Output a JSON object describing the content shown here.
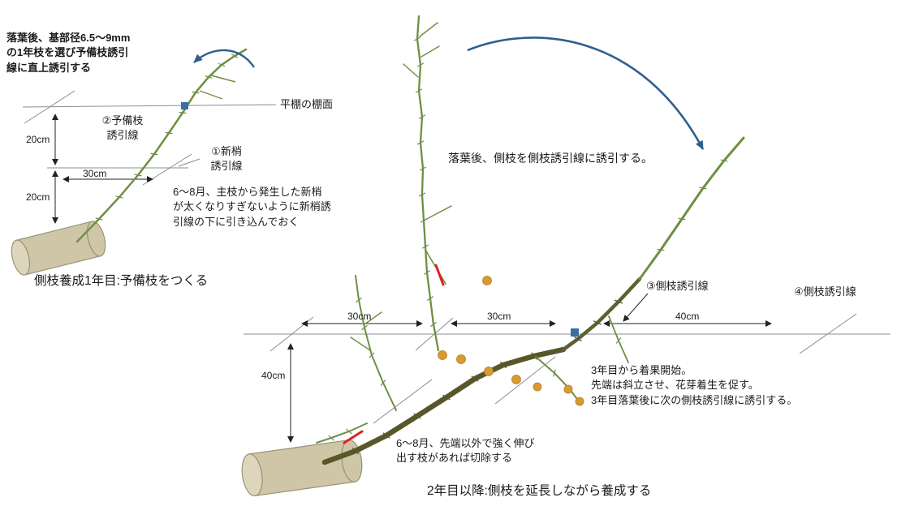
{
  "colors": {
    "branch_green": "#6f8f44",
    "branch_dark": "#57572a",
    "branch_mid": "#5d6030",
    "trunk_fill": "#cfc6a8",
    "trunk_edge": "#9a9176",
    "trunk_cap": "#ddd6bd",
    "arrow_blue": "#2e608f",
    "mark_red": "#e02121",
    "bud_orange": "#d99a33",
    "wire_gray": "#8c8c8c",
    "text_black": "#1a1a1a"
  },
  "left": {
    "annotation": "落葉後、基部径6.5〜9mm\nの1年枝を選び予備枝誘引\n線に直上誘引する",
    "trellis_label": "平棚の棚面",
    "label_reserve_wire": "②予備枝\n誘引線",
    "label_shoot_wire": "①新梢\n誘引線",
    "dim_20_upper": "20cm",
    "dim_20_lower": "20cm",
    "dim_30": "30cm",
    "note_jun_aug": "6〜8月、主枝から発生した新梢\nが太くなりすぎないように新梢誘\n引線の下に引き込んでおく",
    "caption": "側枝養成1年目:予備枝をつくる"
  },
  "right": {
    "note_leaf_fall": "落葉後、側枝を側枝誘引線に誘引する。",
    "label_wire3": "③側枝誘引線",
    "label_wire4": "④側枝誘引線",
    "dim_30_a": "30cm",
    "dim_30_b": "30cm",
    "dim_40_h": "40cm",
    "dim_40_v": "40cm",
    "note_year3": "3年目から着果開始。\n先端は斜立させ、花芽着生を促す。\n3年目落葉後に次の側枝誘引線に誘引する。",
    "note_prune": "6〜8月、先端以外で強く伸び\n出す枝があれば切除する",
    "caption": "2年目以降:側枝を延長しながら養成する"
  }
}
